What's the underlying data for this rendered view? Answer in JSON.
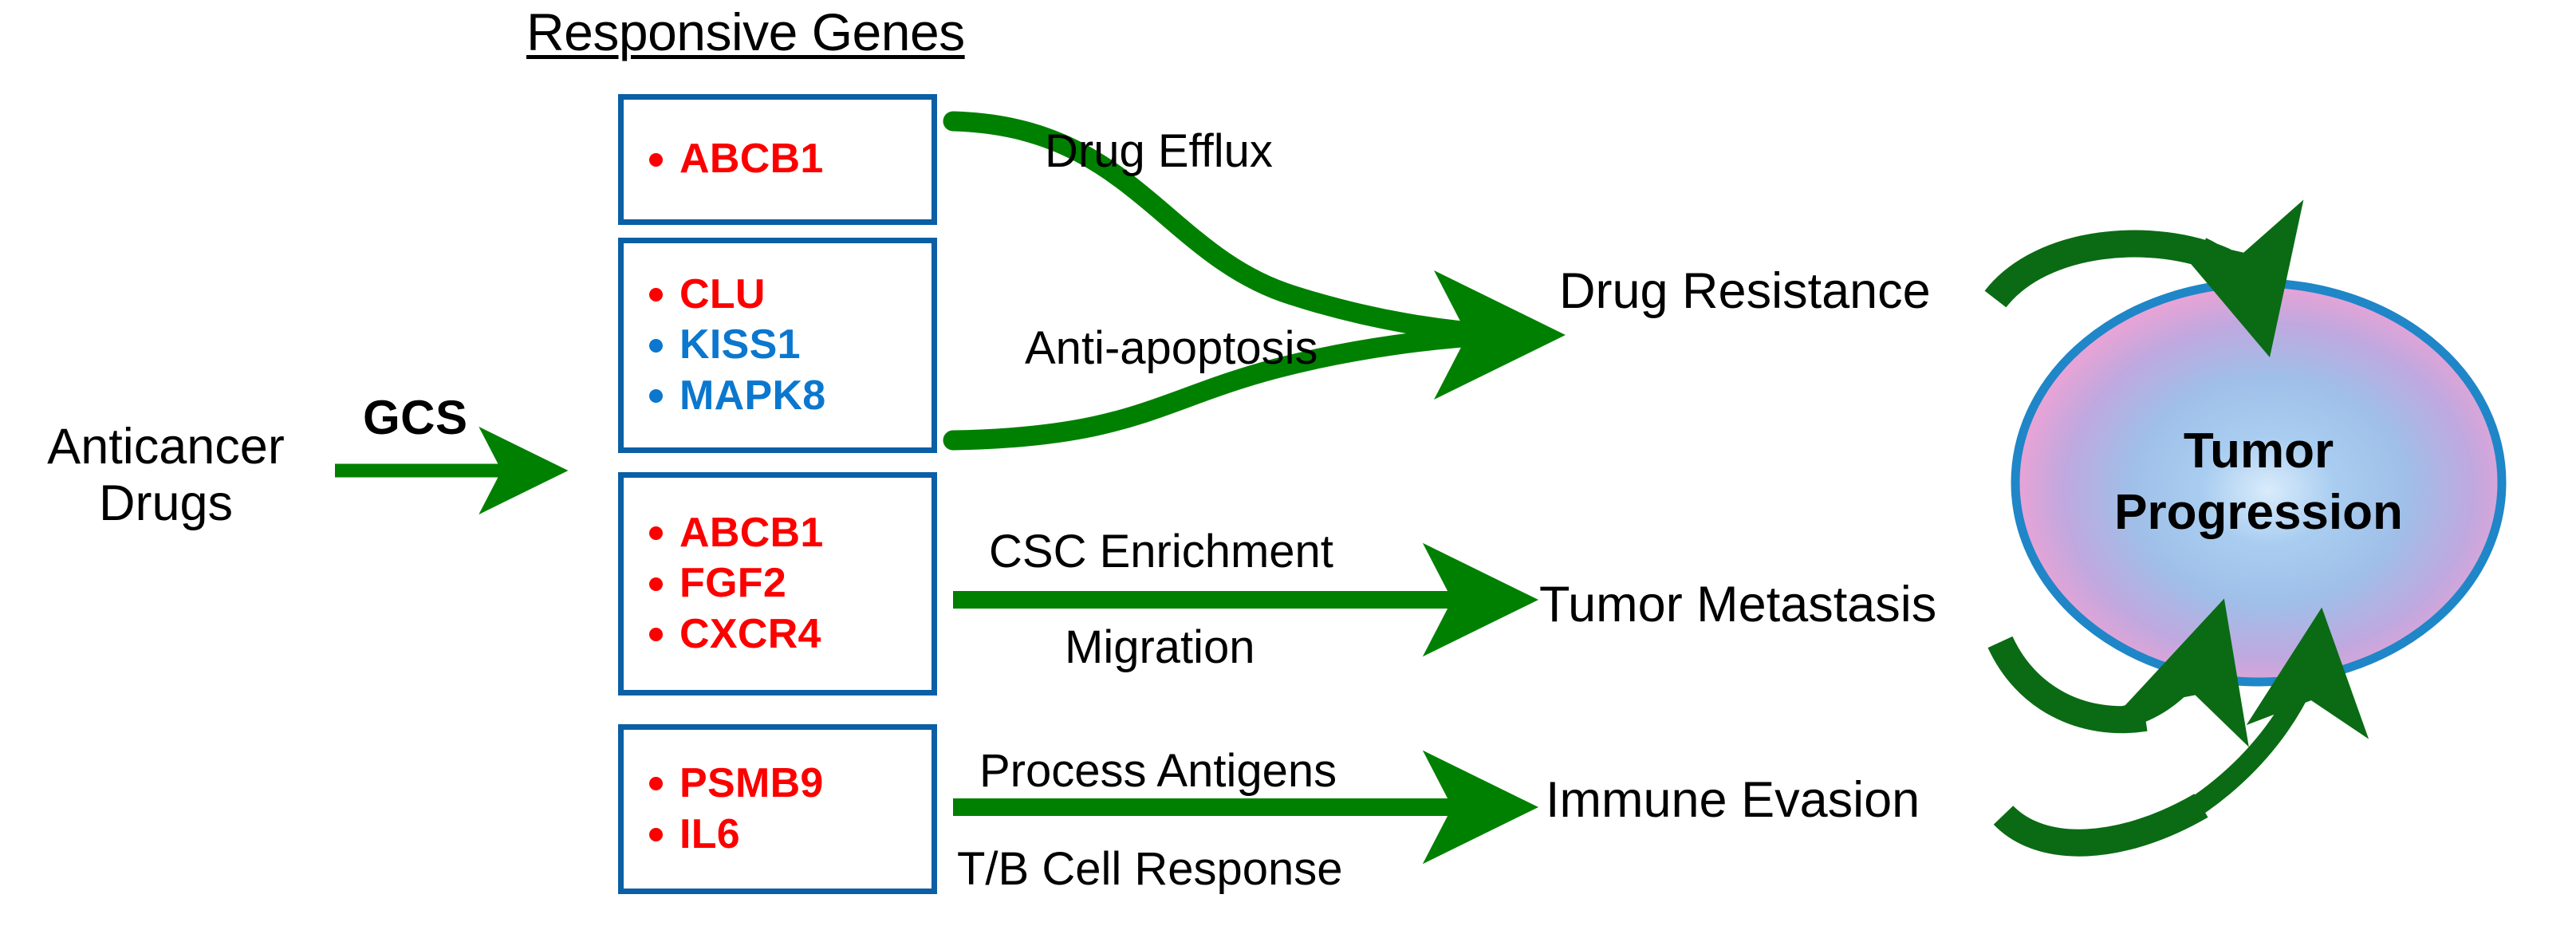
{
  "diagram": {
    "title": "GCS-driven responsive gene pathway to tumor progression",
    "section_title": "Responsive Genes",
    "source": {
      "line1": "Anticancer",
      "line2": "Drugs",
      "enzyme_label": "GCS"
    },
    "gene_boxes": [
      {
        "id": "box-1",
        "genes": [
          {
            "name": "ABCB1",
            "color": "#fc0000"
          }
        ]
      },
      {
        "id": "box-2",
        "genes": [
          {
            "name": "CLU",
            "color": "#fc0000"
          },
          {
            "name": "KISS1",
            "color": "#0b77ce"
          },
          {
            "name": "MAPK8",
            "color": "#0b77ce"
          }
        ]
      },
      {
        "id": "box-3",
        "genes": [
          {
            "name": "ABCB1",
            "color": "#fc0000"
          },
          {
            "name": "FGF2",
            "color": "#fc0000"
          },
          {
            "name": "CXCR4",
            "color": "#fc0000"
          }
        ]
      },
      {
        "id": "box-4",
        "genes": [
          {
            "name": "PSMB9",
            "color": "#fc0000"
          },
          {
            "name": "IL6",
            "color": "#fc0000"
          }
        ]
      }
    ],
    "processes": {
      "drug_efflux": "Drug Efflux",
      "anti_apoptosis": "Anti-apoptosis",
      "csc_enrichment": "CSC Enrichment",
      "migration": "Migration",
      "process_antigens": "Process Antigens",
      "tb_cell_response": "T/B Cell Response"
    },
    "outcomes": {
      "drug_resistance": "Drug Resistance",
      "tumor_metastasis": "Tumor Metastasis",
      "immune_evasion": "Immune Evasion"
    },
    "tumor": {
      "line1": "Tumor",
      "line2": "Progression"
    },
    "colors": {
      "box_border_blue": "#0a5fa5",
      "gene_red": "#fc0000",
      "gene_blue": "#0b77ce",
      "arrow_green": "#008000",
      "arc_green_dark": "#0a6b14",
      "ellipse_stroke": "#1f86c8",
      "ellipse_center": "#9ec8ef",
      "ellipse_edge": "#f59ed2"
    }
  }
}
